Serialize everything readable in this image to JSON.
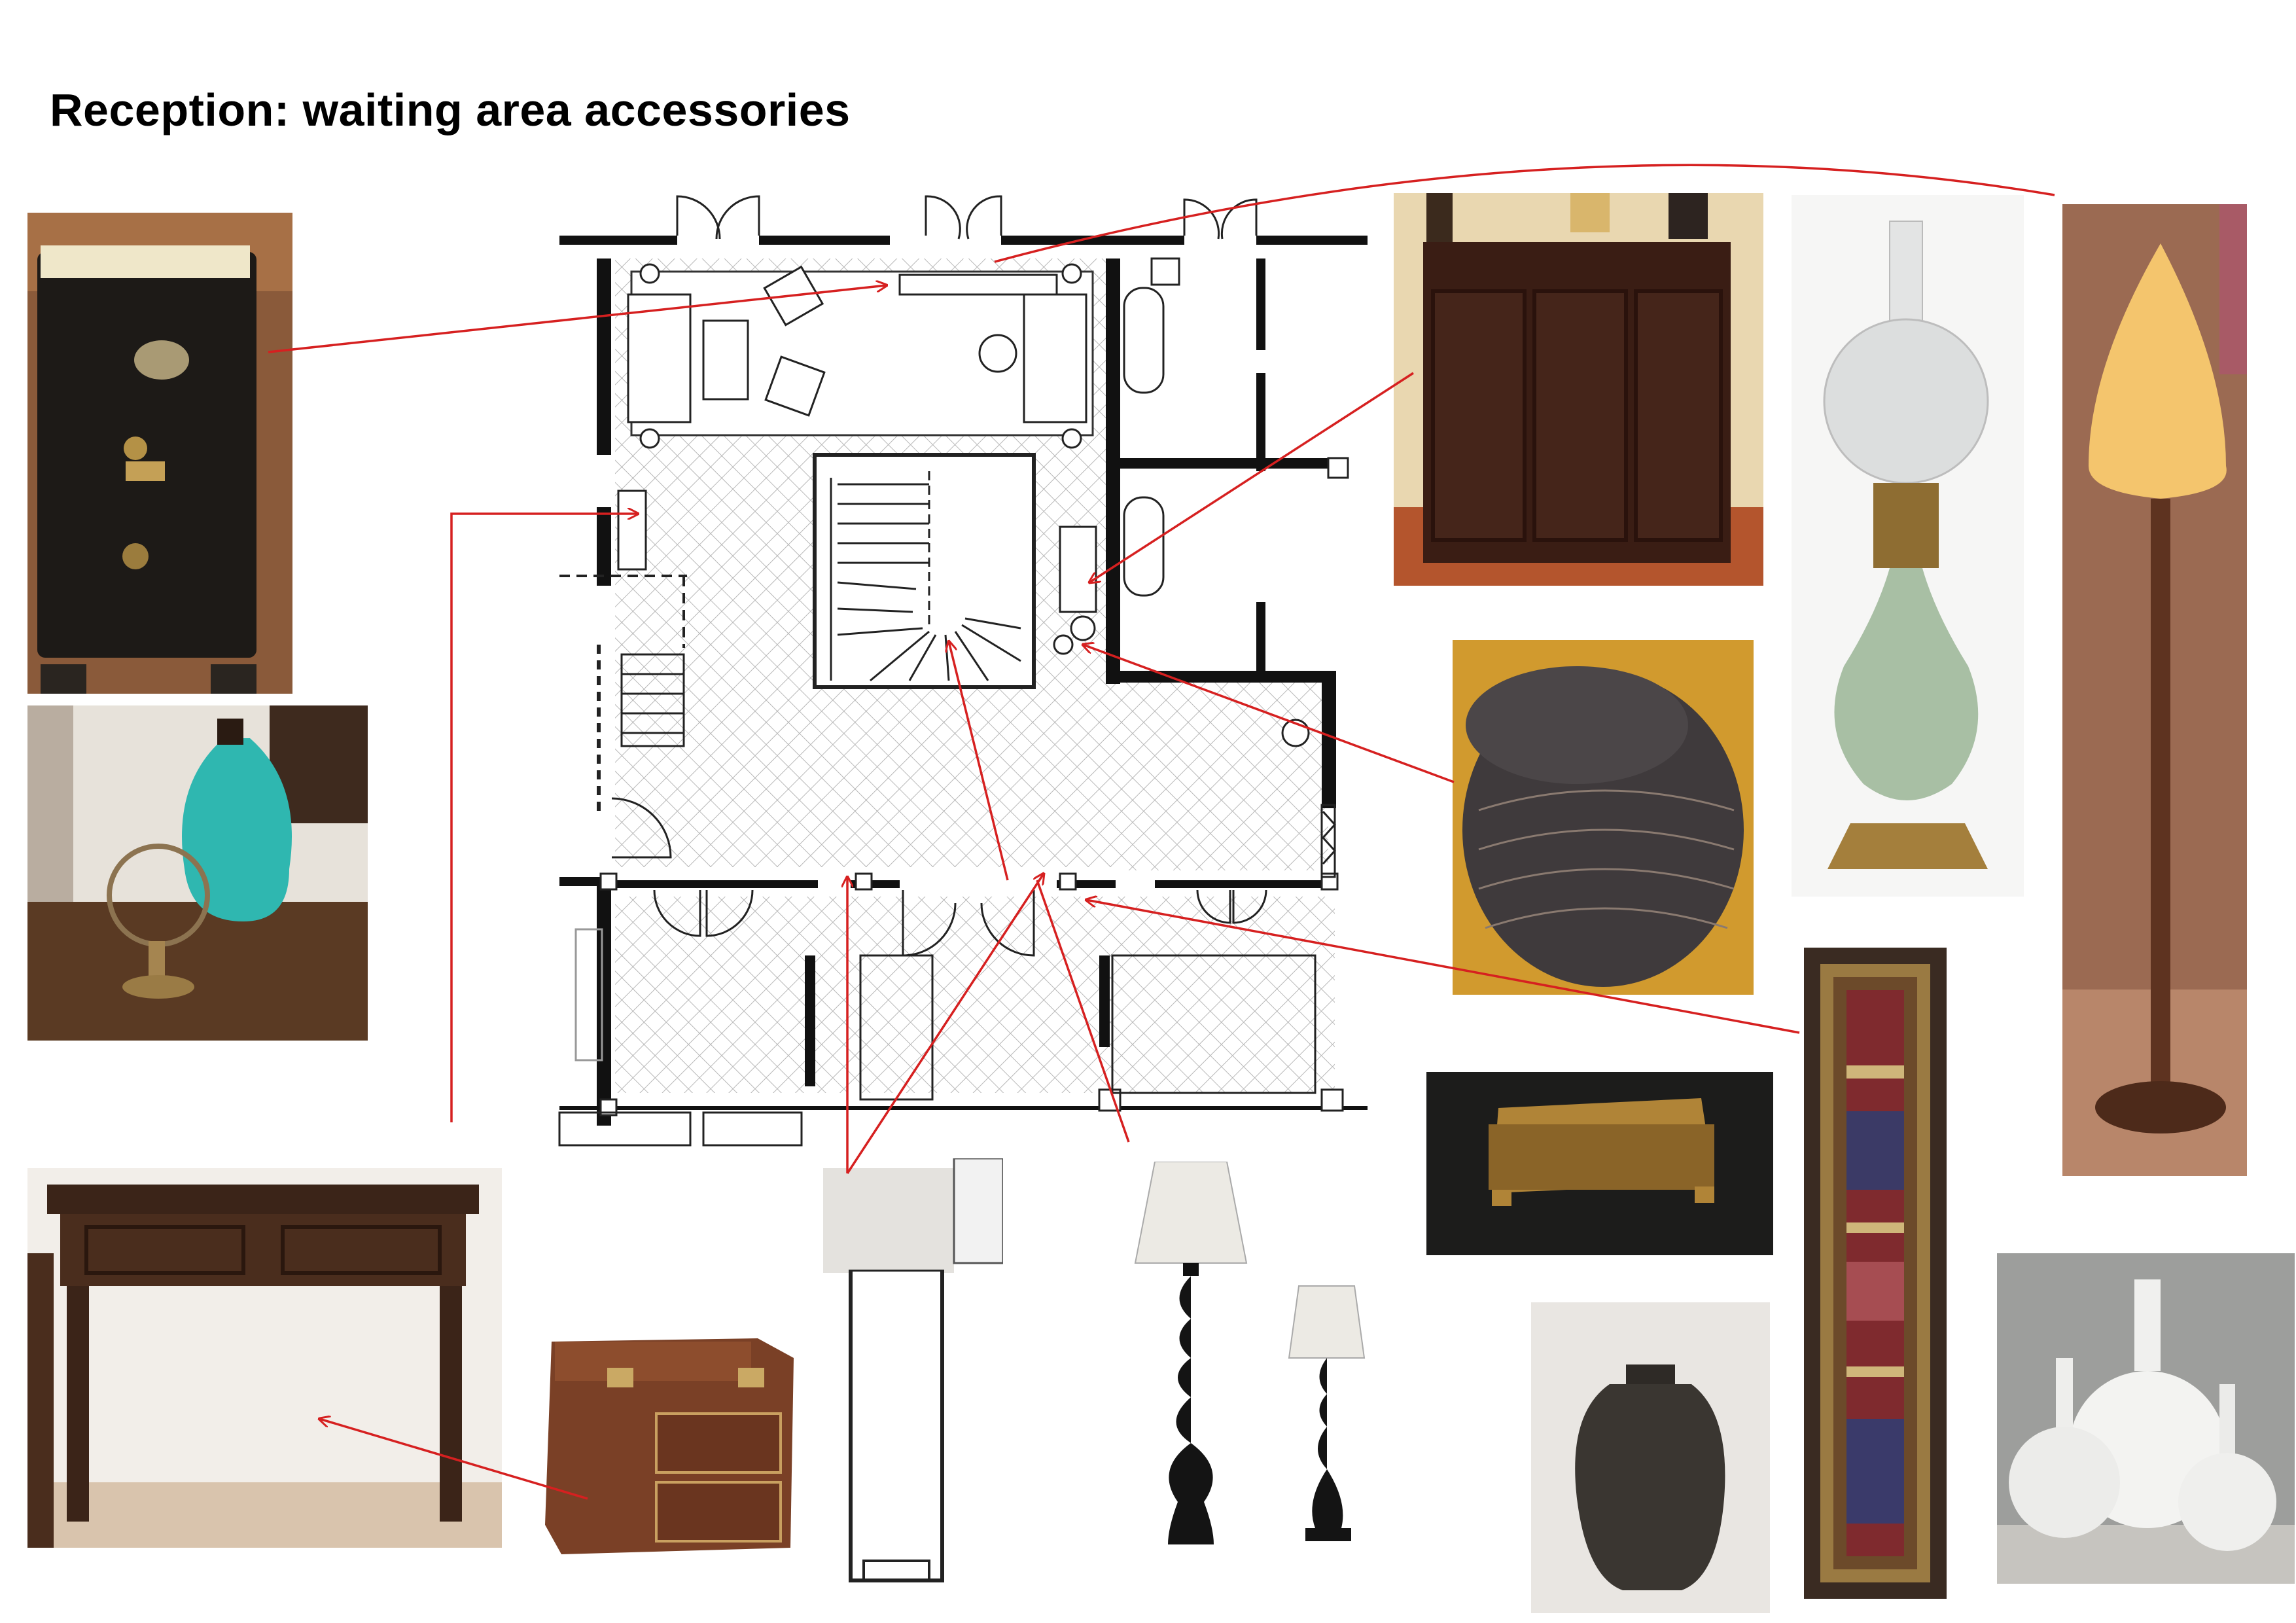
{
  "title": "Reception: waiting area accessories",
  "colors": {
    "arrow": "#d62020",
    "wall": "#111111",
    "hatch": "#bdbdbd"
  },
  "images": [
    {
      "name": "antique-safe-photo",
      "subject": "antique iron safe"
    },
    {
      "name": "vase-and-fan-vignette-photo",
      "subject": "turquoise vase and desk fan on side table"
    },
    {
      "name": "console-table-photo",
      "subject": "dark wood console table"
    },
    {
      "name": "leather-trunk-chest-photo",
      "subject": "studded leather trunk with drawers"
    },
    {
      "name": "white-console-elevation",
      "subject": "white console elevation drawing"
    },
    {
      "name": "turned-wood-lamps-photo",
      "subject": "two black turned-wood lamps"
    },
    {
      "name": "wood-cabinet-photo",
      "subject": "dark wood sideboard cabinet"
    },
    {
      "name": "woven-basket-photo",
      "subject": "woven rattan lidded basket"
    },
    {
      "name": "lacquer-box-photo",
      "subject": "gilded lacquer box"
    },
    {
      "name": "dark-ceramic-jar-photo",
      "subject": "dark glazed ceramic jar"
    },
    {
      "name": "framed-textile-photo",
      "subject": "framed woven textile panel"
    },
    {
      "name": "celadon-oil-lamp-photo",
      "subject": "celadon oil lamp"
    },
    {
      "name": "floor-lamp-photo",
      "subject": "teardrop silk floor lamp"
    },
    {
      "name": "white-vases-photo",
      "subject": "white porcelain vases"
    }
  ]
}
